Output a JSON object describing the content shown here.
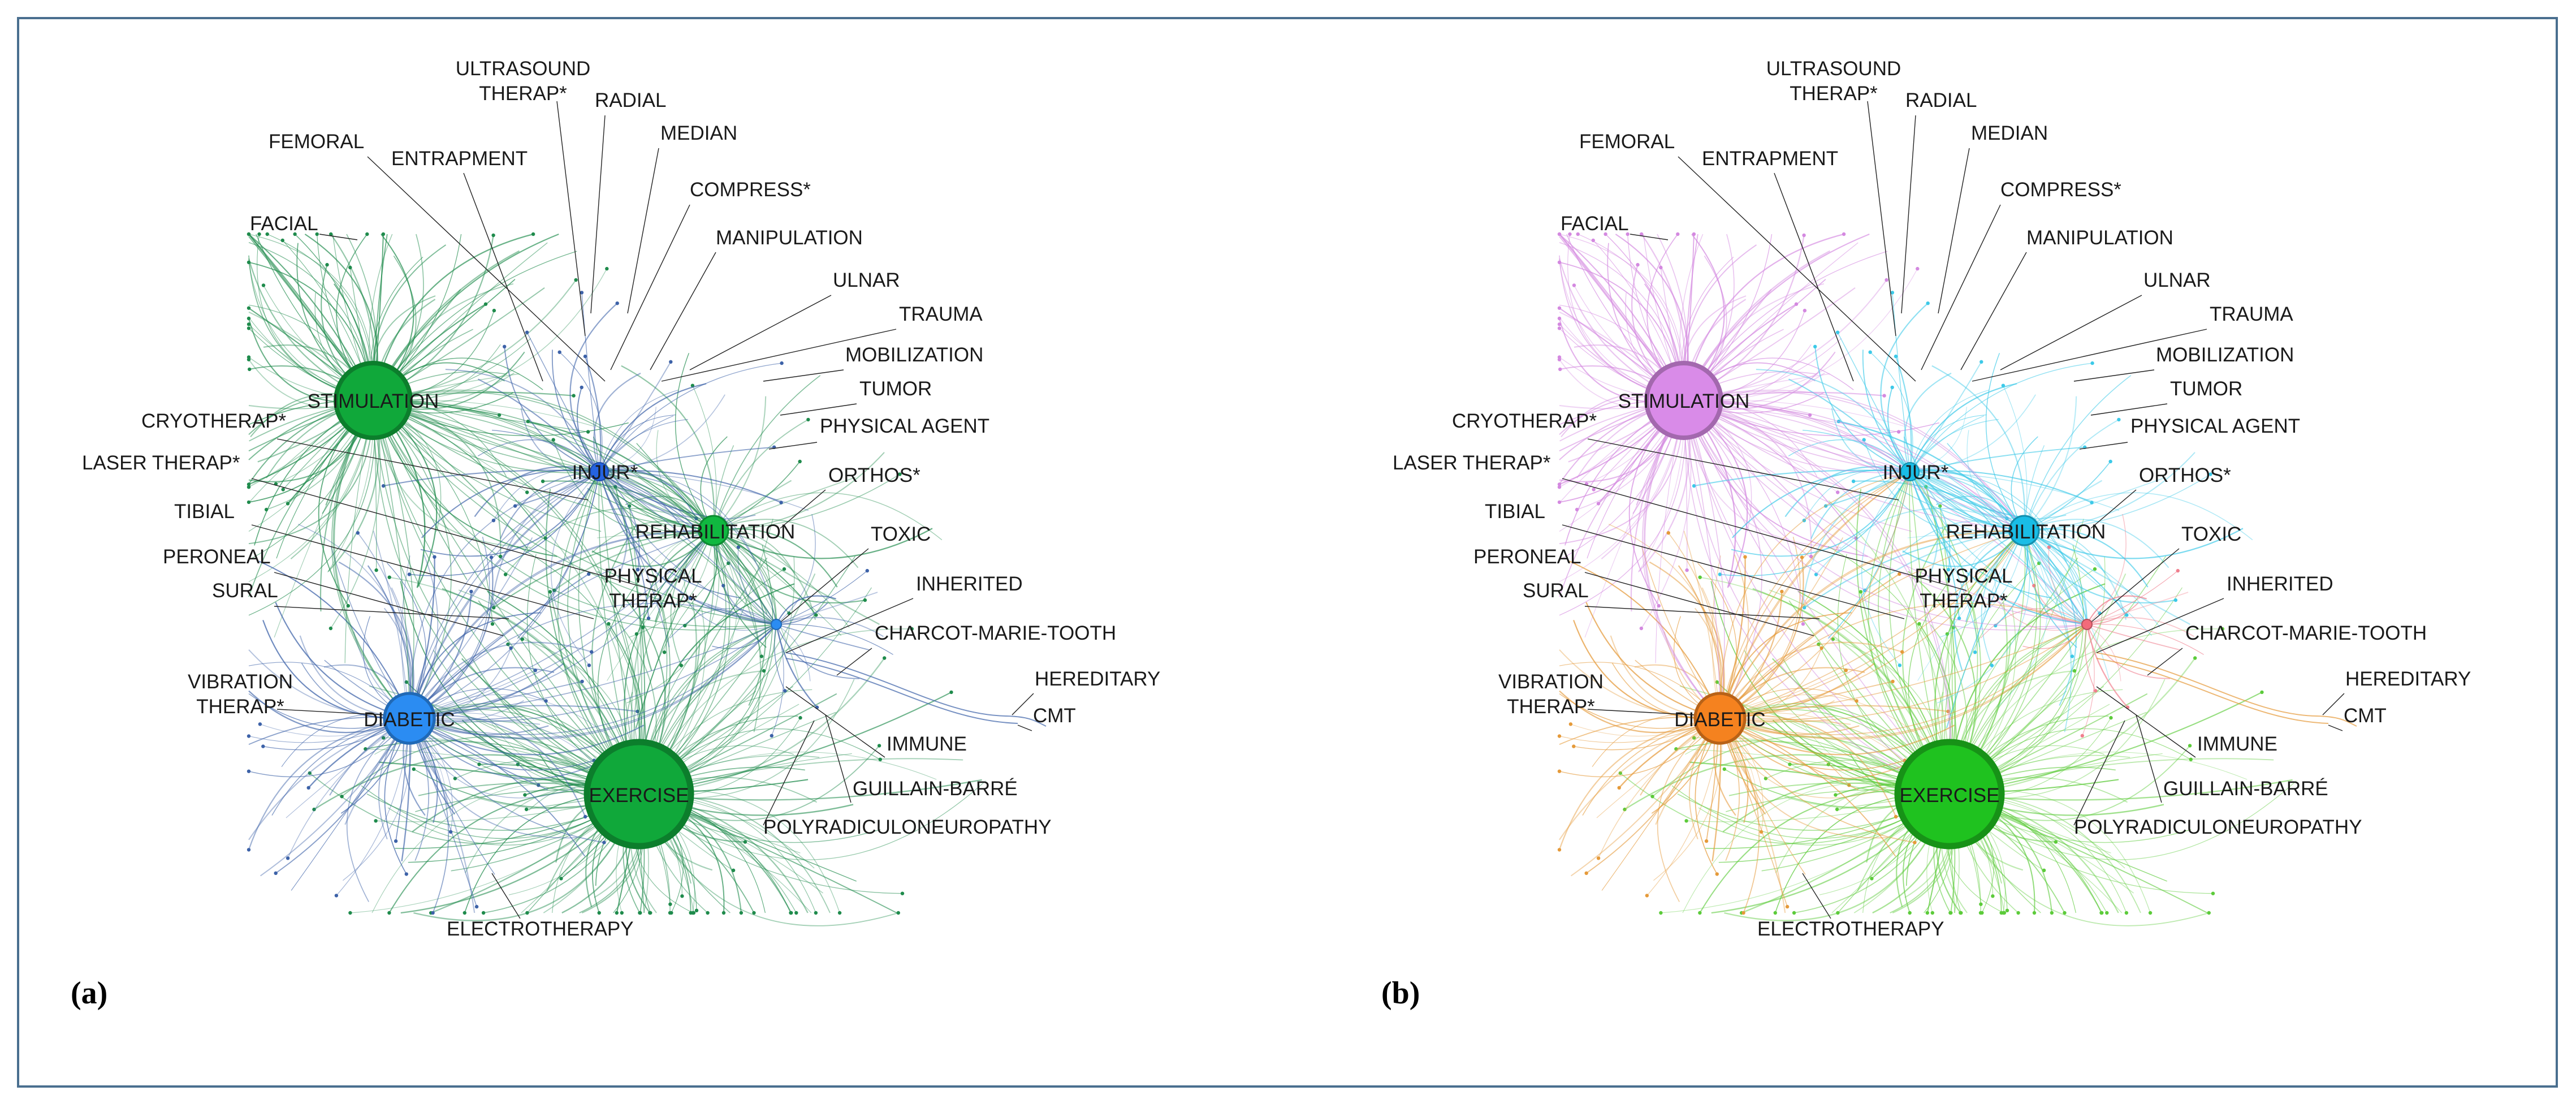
{
  "panels": [
    {
      "id": "a",
      "label": "(a)",
      "colors": {
        "STIMULATION": "#10a83a",
        "EXERCISE": "#10a83a",
        "DIABETIC": "#2b8cf2",
        "REHABILITATION": "#10b840",
        "INJUR*": "#2563e0",
        "PHYSICAL THERAP*": "#1aa046",
        "TOXIC": "#2b8cf2",
        "edge_main": "#1f8b4c",
        "edge_alt": "#3d62a8"
      },
      "hub_colors": {
        "STIMULATION": "#10a83a",
        "EXERCISE": "#10a83a",
        "DIABETIC": "#2b8cf2",
        "REHABILITATION": "#10b840",
        "INJUR*": "#2563e0",
        "TOXIC": "#2b8cf2"
      },
      "edge_colors": {
        "STIMULATION": "#1f8b4c",
        "EXERCISE": "#1f8b4c",
        "DIABETIC": "#3d62a8",
        "REHABILITATION": "#1f8b4c",
        "INJUR*": "#3d62a8",
        "TOXIC": "#3d62a8"
      }
    },
    {
      "id": "b",
      "label": "(b)",
      "hub_colors": {
        "STIMULATION": "#d98be8",
        "EXERCISE": "#1fc21f",
        "DIABETIC": "#f5821f",
        "REHABILITATION": "#19bde6",
        "INJUR*": "#19bde6",
        "TOXIC": "#f26b7a"
      },
      "edge_colors": {
        "STIMULATION": "#d489e0",
        "EXERCISE": "#5ccb3a",
        "DIABETIC": "#e59a3a",
        "REHABILITATION": "#3cc9e8",
        "INJUR*": "#3cc9e8",
        "TOXIC": "#f07f8e"
      }
    }
  ],
  "nodes": [
    {
      "key": "stimulation",
      "text": "STIMULATION"
    },
    {
      "key": "exercise",
      "text": "EXERCISE"
    },
    {
      "key": "diabetic",
      "text": "DIABETIC"
    },
    {
      "key": "injur",
      "text": "INJUR*"
    },
    {
      "key": "rehabilitation",
      "text": "REHABILITATION"
    },
    {
      "key": "physical_therap_1",
      "text": "PHYSICAL"
    },
    {
      "key": "physical_therap_2",
      "text": "THERAP*"
    }
  ],
  "labels": [
    {
      "key": "ultrasound_1",
      "text": "ULTRASOUND"
    },
    {
      "key": "ultrasound_2",
      "text": "THERAP*"
    },
    {
      "key": "radial",
      "text": "RADIAL"
    },
    {
      "key": "median",
      "text": "MEDIAN"
    },
    {
      "key": "femoral",
      "text": "FEMORAL"
    },
    {
      "key": "entrapment",
      "text": "ENTRAPMENT"
    },
    {
      "key": "compress",
      "text": "COMPRESS*"
    },
    {
      "key": "facial",
      "text": "FACIAL"
    },
    {
      "key": "manipulation",
      "text": "MANIPULATION"
    },
    {
      "key": "ulnar",
      "text": "ULNAR"
    },
    {
      "key": "trauma",
      "text": "TRAUMA"
    },
    {
      "key": "mobilization",
      "text": "MOBILIZATION"
    },
    {
      "key": "tumor",
      "text": "TUMOR"
    },
    {
      "key": "physical_agent",
      "text": "PHYSICAL AGENT"
    },
    {
      "key": "cryotherap",
      "text": "CRYOTHERAP*"
    },
    {
      "key": "laser",
      "text": "LASER THERAP*"
    },
    {
      "key": "orthos",
      "text": "ORTHOS*"
    },
    {
      "key": "tibial",
      "text": "TIBIAL"
    },
    {
      "key": "toxic",
      "text": "TOXIC"
    },
    {
      "key": "peroneal",
      "text": "PERONEAL"
    },
    {
      "key": "inherited",
      "text": "INHERITED"
    },
    {
      "key": "sural",
      "text": "SURAL"
    },
    {
      "key": "cmt_full",
      "text": "CHARCOT-MARIE-TOOTH"
    },
    {
      "key": "vibration_1",
      "text": "VIBRATION"
    },
    {
      "key": "vibration_2",
      "text": "THERAP*"
    },
    {
      "key": "hereditary",
      "text": "HEREDITARY"
    },
    {
      "key": "cmt",
      "text": "CMT"
    },
    {
      "key": "immune",
      "text": "IMMUNE"
    },
    {
      "key": "guillain",
      "text": "GUILLAIN-BARRÉ"
    },
    {
      "key": "polyradiculo",
      "text": "POLYRADICULONEUROPATHY"
    },
    {
      "key": "electrotherapy",
      "text": "ELECTROTHERAPY"
    }
  ]
}
